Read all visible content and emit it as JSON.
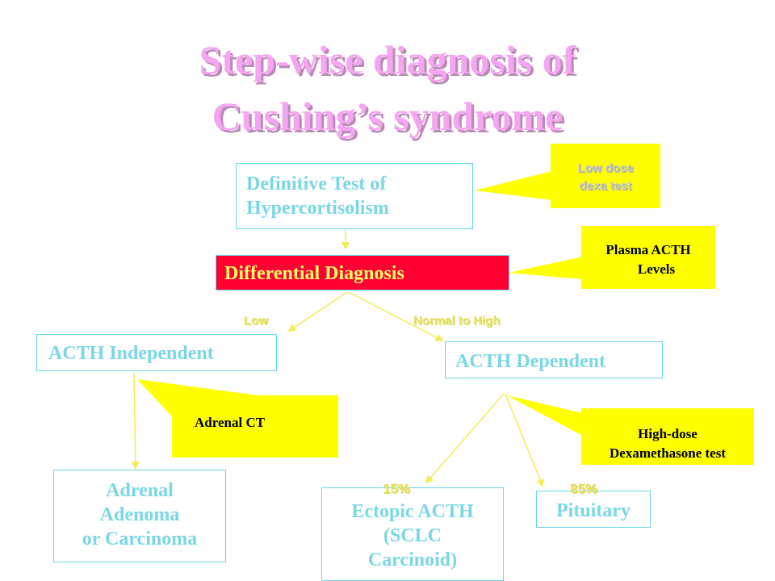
{
  "title": {
    "line1": "Step-wise diagnosis of",
    "line2": "Cushing’s syndrome"
  },
  "nodes": {
    "definitive": {
      "line1": "Definitive Test of",
      "line2": "Hypercortisolism"
    },
    "differential": "Differential Diagnosis",
    "independent": "ACTH Independent",
    "dependent": "ACTH Dependent",
    "adrenal": {
      "line1": "Adrenal",
      "line2": "Adenoma",
      "line3": "or Carcinoma"
    },
    "ectopic": {
      "line1": "Ectopic ACTH",
      "line2": "(SCLC",
      "line3": "Carcinoid)"
    },
    "pituitary": "Pituitary"
  },
  "callouts": {
    "low_dose": {
      "line1": "Low dose",
      "line2": "dexa test"
    },
    "plasma": {
      "line1": "Plasma ACTH",
      "line2": "Levels"
    },
    "adrenal_ct": "Adrenal CT",
    "high_dose": {
      "line1": "High-dose",
      "line2": "Dexamethasone test"
    }
  },
  "edge_labels": {
    "low": "Low",
    "normal_high": "Normal to High",
    "pct_15": "15%",
    "pct_85": "85%"
  },
  "colors": {
    "title": "#f4a6f0",
    "node_text": "#79d7e6",
    "callout": "#ffff00",
    "highlight": "#ff0033",
    "arrow": "#f2ee55"
  }
}
